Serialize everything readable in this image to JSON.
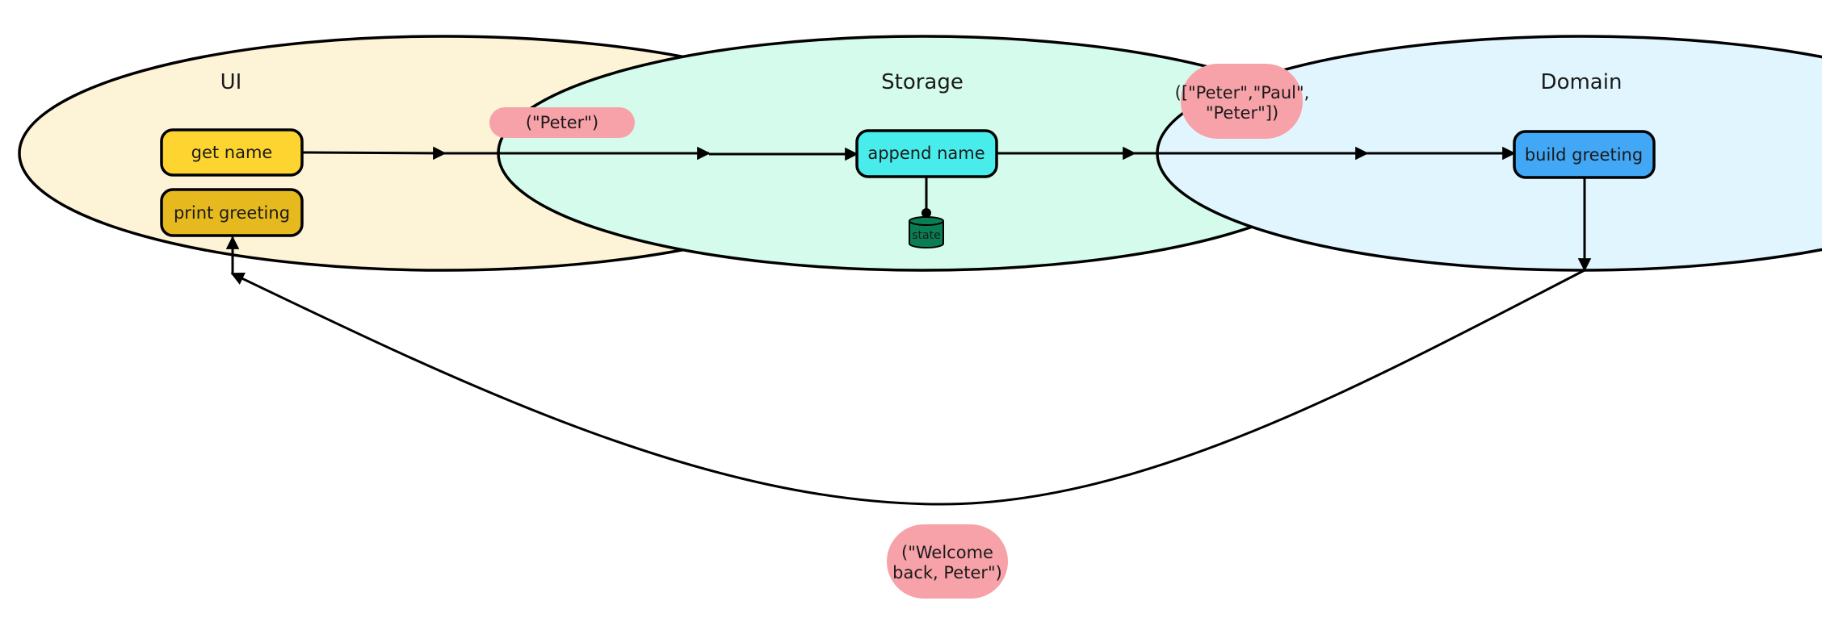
{
  "diagram": {
    "colors": {
      "ui_group": "#FDF3D6",
      "storage_group": "#D4FBEB",
      "domain_group": "#E1F5FE",
      "get_name": "#FED530",
      "print_greeting": "#E6BA1E",
      "append_name": "#48EDEB",
      "build_greeting": "#42A7F5",
      "state_store": "#0A7D55",
      "message_pill": "#F7A1A8"
    },
    "groups": {
      "ui": "UI",
      "storage": "Storage",
      "domain": "Domain"
    },
    "nodes": {
      "get_name": "get name",
      "print_greeting": "print greeting",
      "append_name": "append name",
      "build_greeting": "build greeting",
      "state": "state"
    },
    "messages": {
      "peter": "(\"Peter\")",
      "names_line1": "([\"Peter\",\"Paul\",",
      "names_line2": "\"Peter\"])",
      "welcome_line1": "(\"Welcome",
      "welcome_line2": "back, Peter\")"
    }
  }
}
